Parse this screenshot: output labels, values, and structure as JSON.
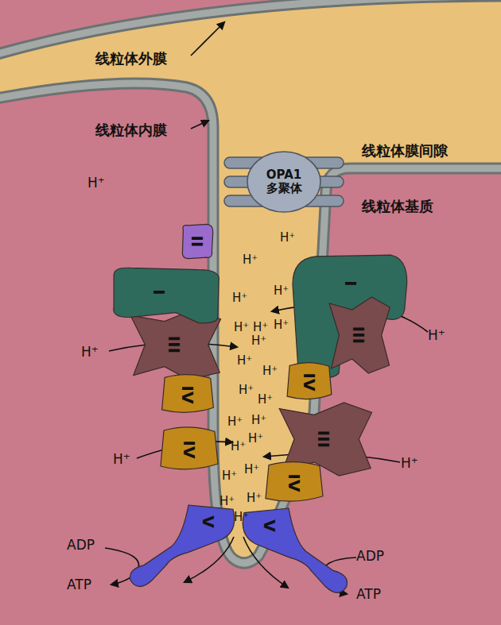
{
  "diagram": {
    "nodes": [
      {
        "text": [
          "OPA1 多聚体"
        ]
      },
      {
        "text": [
          "II"
        ]
      },
      {
        "text": [
          "I"
        ]
      },
      {
        "text": [
          "I"
        ]
      },
      {
        "text": [
          "III"
        ]
      },
      {
        "text": [
          "III"
        ]
      },
      {
        "text": [
          "IV"
        ]
      },
      {
        "text": [
          "IV"
        ]
      },
      {
        "text": [
          "IV"
        ]
      },
      {
        "text": [
          "III"
        ]
      },
      {
        "text": [
          "IV"
        ]
      },
      {
        "text": [
          "V"
        ]
      },
      {
        "text": [
          "V"
        ]
      }
    ],
    "labels": [
      "线粒体外膜",
      "线粒体内膜",
      "线粒体膜间隙",
      "线粒体基质",
      "H⁺",
      "H⁺",
      "H⁺",
      "H⁺",
      "H⁺",
      "H⁺",
      "H⁺",
      "H⁺",
      "H⁺",
      "H⁺",
      "H⁺",
      "H⁺",
      "H⁺",
      "H⁺",
      "H⁺",
      "H⁺",
      "H⁺",
      "H⁺",
      "H⁺",
      "H⁺",
      "H⁺",
      "H⁺",
      "H⁺",
      "H⁺",
      "H⁺",
      "H⁺",
      "ADP",
      "ATP",
      "ADP",
      "ATP"
    ]
  }
}
